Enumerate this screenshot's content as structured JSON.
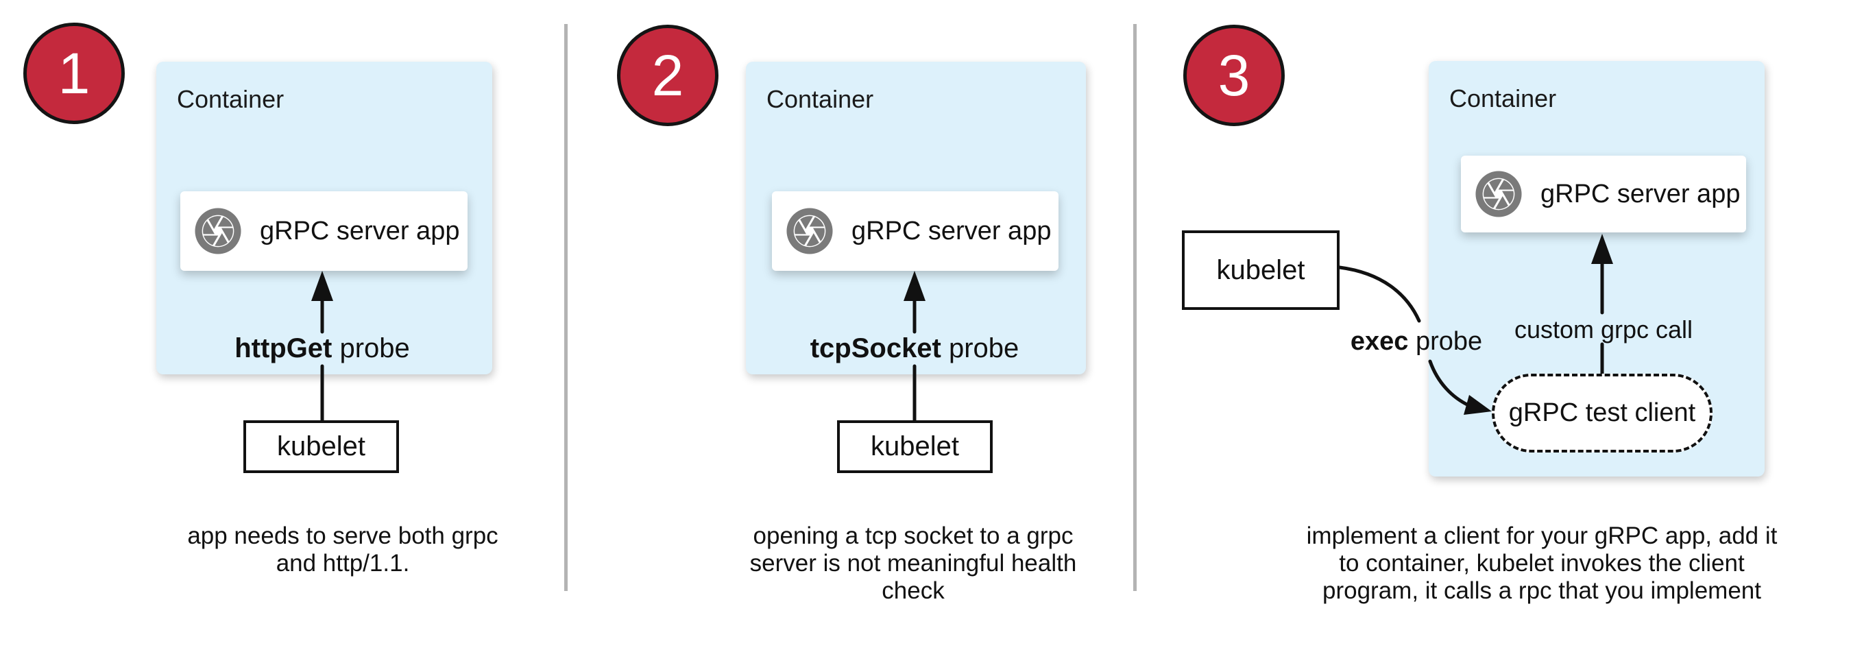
{
  "colors": {
    "accent_red": "#c4293d",
    "container_blue": "#ddf1fb",
    "icon_gray": "#7a7a7a",
    "divider_gray": "#b3b3b3",
    "line_black": "#111111"
  },
  "panels": [
    {
      "number": "1",
      "container_label": "Container",
      "app_label": "gRPC server app",
      "probe_bold": "httpGet",
      "probe_rest": " probe",
      "kubelet_label": "kubelet",
      "caption_lines": [
        "app needs to serve both grpc",
        "and http/1.1."
      ]
    },
    {
      "number": "2",
      "container_label": "Container",
      "app_label": "gRPC server app",
      "probe_bold": "tcpSocket",
      "probe_rest": " probe",
      "kubelet_label": "kubelet",
      "caption_lines": [
        "opening a tcp socket to a grpc",
        "server is not meaningful health",
        "check"
      ]
    },
    {
      "number": "3",
      "container_label": "Container",
      "app_label": "gRPC server app",
      "probe_bold": "exec",
      "probe_rest": " probe",
      "kubelet_label": "kubelet",
      "custom_call_label": "custom grpc call",
      "test_client_label": "gRPC test client",
      "caption_lines": [
        "implement a client for your gRPC app, add it",
        "to container, kubelet invokes the client",
        "program, it calls a rpc that you implement"
      ]
    }
  ]
}
